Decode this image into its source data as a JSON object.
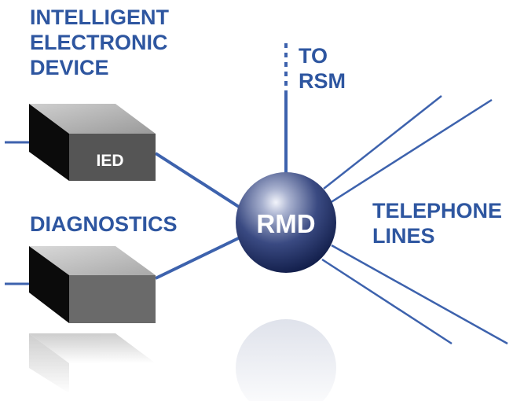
{
  "labels": {
    "ied_title_line1": "INTELLIGENT",
    "ied_title_line2": "ELECTRONIC",
    "ied_title_line3": "DEVICE",
    "diagnostics_title": "DIAGNOSTICS",
    "to_rsm_line1": "TO",
    "to_rsm_line2": "RSM",
    "telephone_line1": "TELEPHONE",
    "telephone_line2": "LINES"
  },
  "nodes": {
    "ied_box_label": "IED",
    "rmd_sphere_label": "RMD"
  },
  "colors": {
    "label_blue": "#2e56a0",
    "line_blue": "#3d62ad",
    "sphere_dark": "#0e1a45",
    "box_dark": "#555555",
    "box_face": "#6a6a6a"
  }
}
